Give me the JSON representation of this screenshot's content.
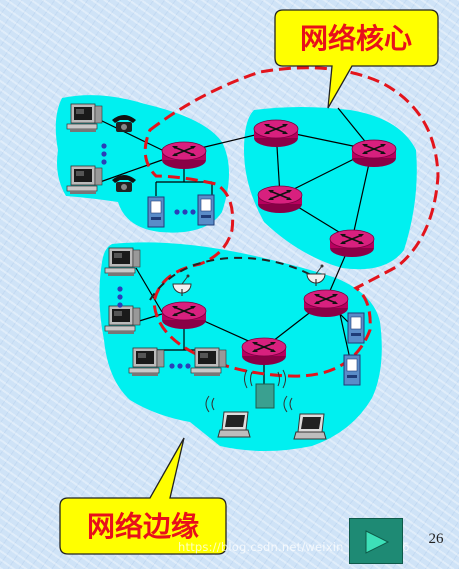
{
  "callouts": {
    "core": "网络核心",
    "edge": "网络边缘"
  },
  "page_number": "26",
  "watermark": "https://blog.csdn.net/weixin_43942036",
  "colors": {
    "region_fill": "#00f0f0",
    "router_body": "#b8005e",
    "router_top": "#d8207e",
    "dashed_boundary": "#e3141c",
    "callout_fill": "#ffff00",
    "callout_text": "#e8101a",
    "link_color": "#000000",
    "nav_button": "#1e8a74"
  },
  "icons": [
    "router-icon",
    "desktop-computer-icon",
    "telephone-icon",
    "server-icon",
    "laptop-icon",
    "wireless-access-point-icon",
    "satellite-dish-icon",
    "play-triangle-icon"
  ]
}
